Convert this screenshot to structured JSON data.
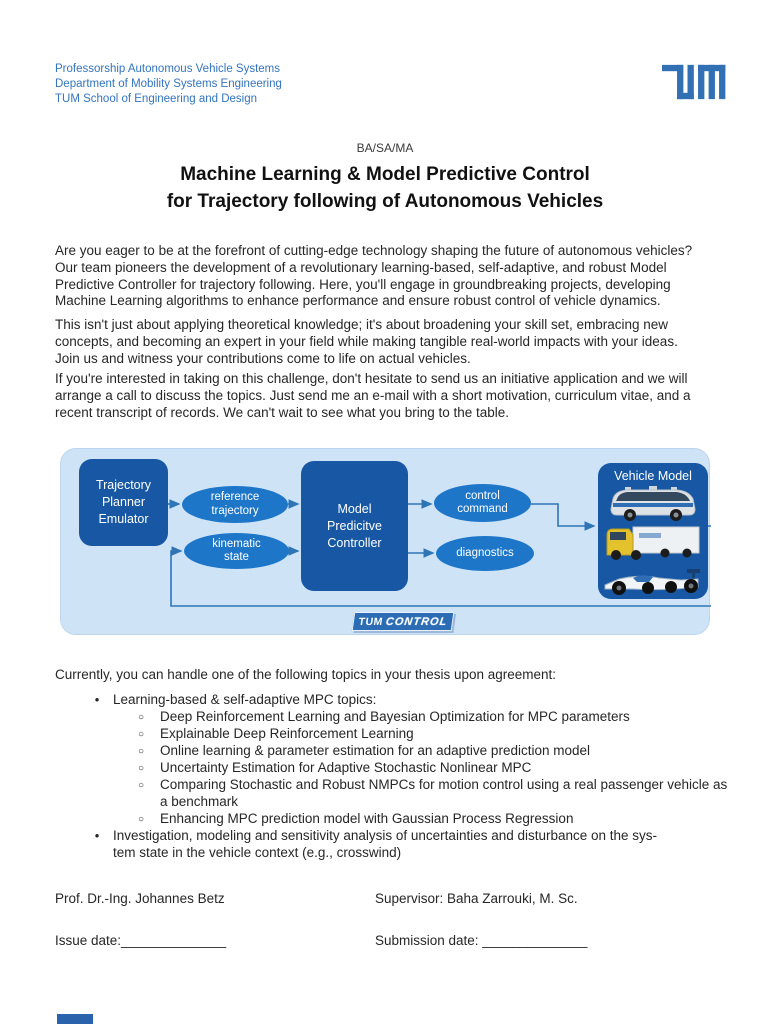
{
  "colors": {
    "background": "#cfe3f7",
    "block": "#1757a3",
    "signal": "#1d76c8",
    "line": "#2e75b6",
    "header_text": "#3474bd",
    "tum_logo": "#3070b3",
    "text": "#262626",
    "title": "#111111"
  },
  "header": {
    "lines": [
      "Professorship Autonomous Vehicle Systems",
      "Department of Mobility Systems Engineering",
      "TUM School of Engineering and Design"
    ],
    "logo_name": "tum-logo"
  },
  "doc": {
    "type_label": "BA/SA/MA",
    "title": "Machine Learning & Model Predictive Control\nfor Trajectory following of Autonomous Vehicles"
  },
  "paragraphs": {
    "p1": "Are you eager to be at the forefront of cutting-edge technology shaping the future of autonomous vehicles?\nOur team pioneers the development of a revolutionary learning-based, self-adaptive, and robust Model\nPredictive Controller for trajectory following. Here, you'll engage in groundbreaking projects, developing\nMachine Learning algorithms to enhance performance and ensure robust control of vehicle dynamics.",
    "p2": "This isn't just about applying theoretical knowledge; it's about broadening your skill set, embracing new\nconcepts, and becoming an expert in your field while making tangible real-world impacts with your ideas.\nJoin us and witness your contributions come to life on actual vehicles.",
    "p3": "If you're interested in taking on this challenge, don't hesitate to send us an initiative application and we will\narrange a call to discuss the topics. Just send me an e-mail with a short motivation, curriculum vitae, and a\nrecent transcript of records. We can't wait to see what you bring to the table."
  },
  "diagram": {
    "planner_label": "Trajectory\nPlanner\nEmulator",
    "mpc_label": "Model\nPredicitve\nController",
    "vehicle_model_label": "Vehicle Model",
    "reference_label": "reference\ntrajectory",
    "kinematic_label": "kinematic\nstate",
    "control_label": "control\ncommand",
    "diagnostics_label": "diagnostics",
    "badge_tum": "TUM",
    "badge_control": "CONTROL"
  },
  "topics": {
    "intro": "Currently, you can handle one of the following topics in your thesis upon agreement:",
    "bullet_marker": "•",
    "sub_marker": "○",
    "items": [
      {
        "level": 1,
        "text": "Learning-based & self-adaptive MPC topics:"
      },
      {
        "level": 2,
        "text": "Deep Reinforcement Learning and Bayesian Optimization for MPC parameters"
      },
      {
        "level": 2,
        "text": "Explainable Deep Reinforcement Learning"
      },
      {
        "level": 2,
        "text": "Online learning & parameter estimation for an adaptive prediction model"
      },
      {
        "level": 2,
        "text": "Uncertainty Estimation for Adaptive Stochastic Nonlinear MPC"
      },
      {
        "level": 2,
        "text": "Comparing Stochastic and Robust NMPCs for motion control using a real passenger vehicle as\na benchmark"
      },
      {
        "level": 2,
        "text": "Enhancing MPC prediction model with Gaussian Process Regression"
      },
      {
        "level": 1,
        "text": "Investigation, modeling and sensitivity analysis of uncertainties and disturbance on the sys-\ntem state in the vehicle context (e.g., crosswind)"
      }
    ]
  },
  "footer": {
    "professor": "Prof. Dr.-Ing. Johannes Betz",
    "supervisor": "Supervisor: Baha Zarrouki, M. Sc.",
    "issue_date_label": "Issue date:______________",
    "submission_date_label": "Submission date: ______________"
  }
}
